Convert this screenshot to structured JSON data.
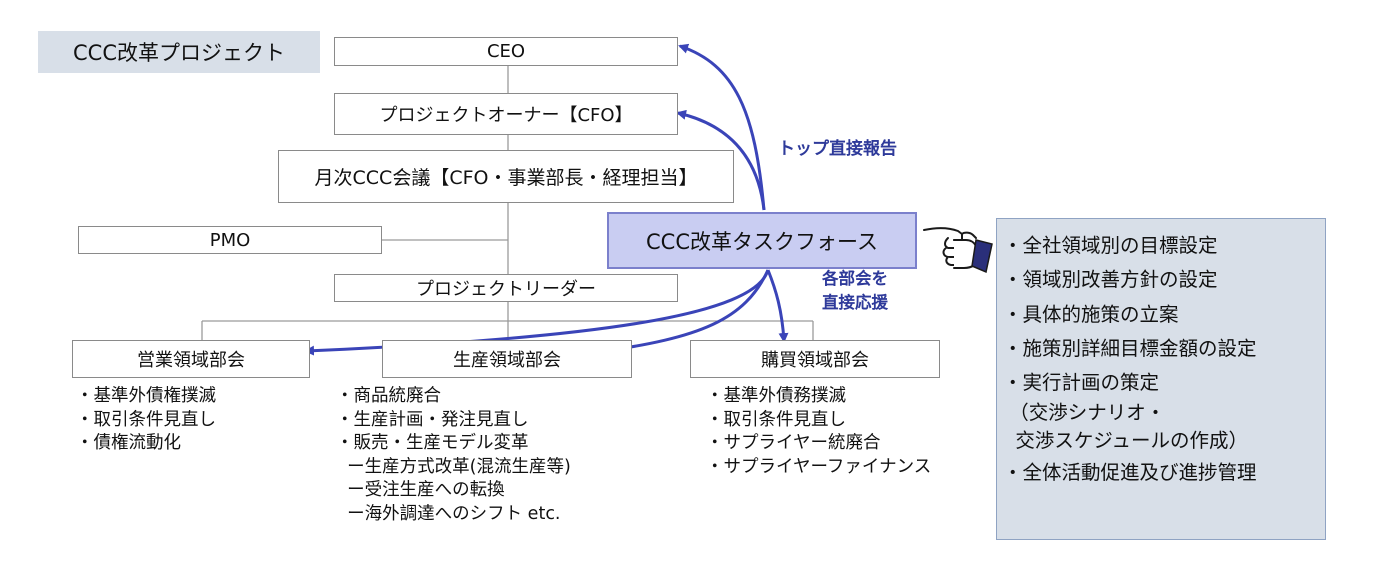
{
  "title": "CCC改革プロジェクト",
  "org": {
    "ceo": "CEO",
    "owner": "プロジェクトオーナー【CFO】",
    "meeting": "月次CCC会議【CFO・事業部長・経理担当】",
    "pmo": "PMO",
    "taskforce": "CCC改革タスクフォース",
    "leader": "プロジェクトリーダー",
    "divisions": [
      {
        "name": "営業領域部会",
        "items": [
          "・基準外債権撲滅",
          "・取引条件見直し",
          "・債権流動化"
        ]
      },
      {
        "name": "生産領域部会",
        "items": [
          "・商品統廃合",
          "・生産計画・発注見直し",
          "・販売・生産モデル変革",
          "  ー生産方式改革(混流生産等)",
          "  ー受注生産への転換",
          "  ー海外調達へのシフト etc."
        ]
      },
      {
        "name": "購買領域部会",
        "items": [
          "・基準外債務撲滅",
          "・取引条件見直し",
          "・サプライヤー統廃合",
          "・サプライヤーファイナンス"
        ]
      }
    ]
  },
  "labels": {
    "report": "トップ直接報告",
    "support_line1": "各部会を",
    "support_line2": "直接応援"
  },
  "taskforce_roles": [
    "・全社領域別の目標設定",
    "・領域別改善方針の設定",
    "・具体的施策の立案",
    "・施策別詳細目標金額の設定",
    "・実行計画の策定",
    " （交渉シナリオ・",
    "  交渉スケジュールの作成）",
    "・全体活動促進及び進捗管理"
  ],
  "colors": {
    "arrow": "#3a44b8",
    "taskforce_fill": "#c9cdf2",
    "panel_fill": "#d8dfe8",
    "label_text": "#2e3a9a"
  },
  "icons": [
    "pointing-hand-icon"
  ]
}
